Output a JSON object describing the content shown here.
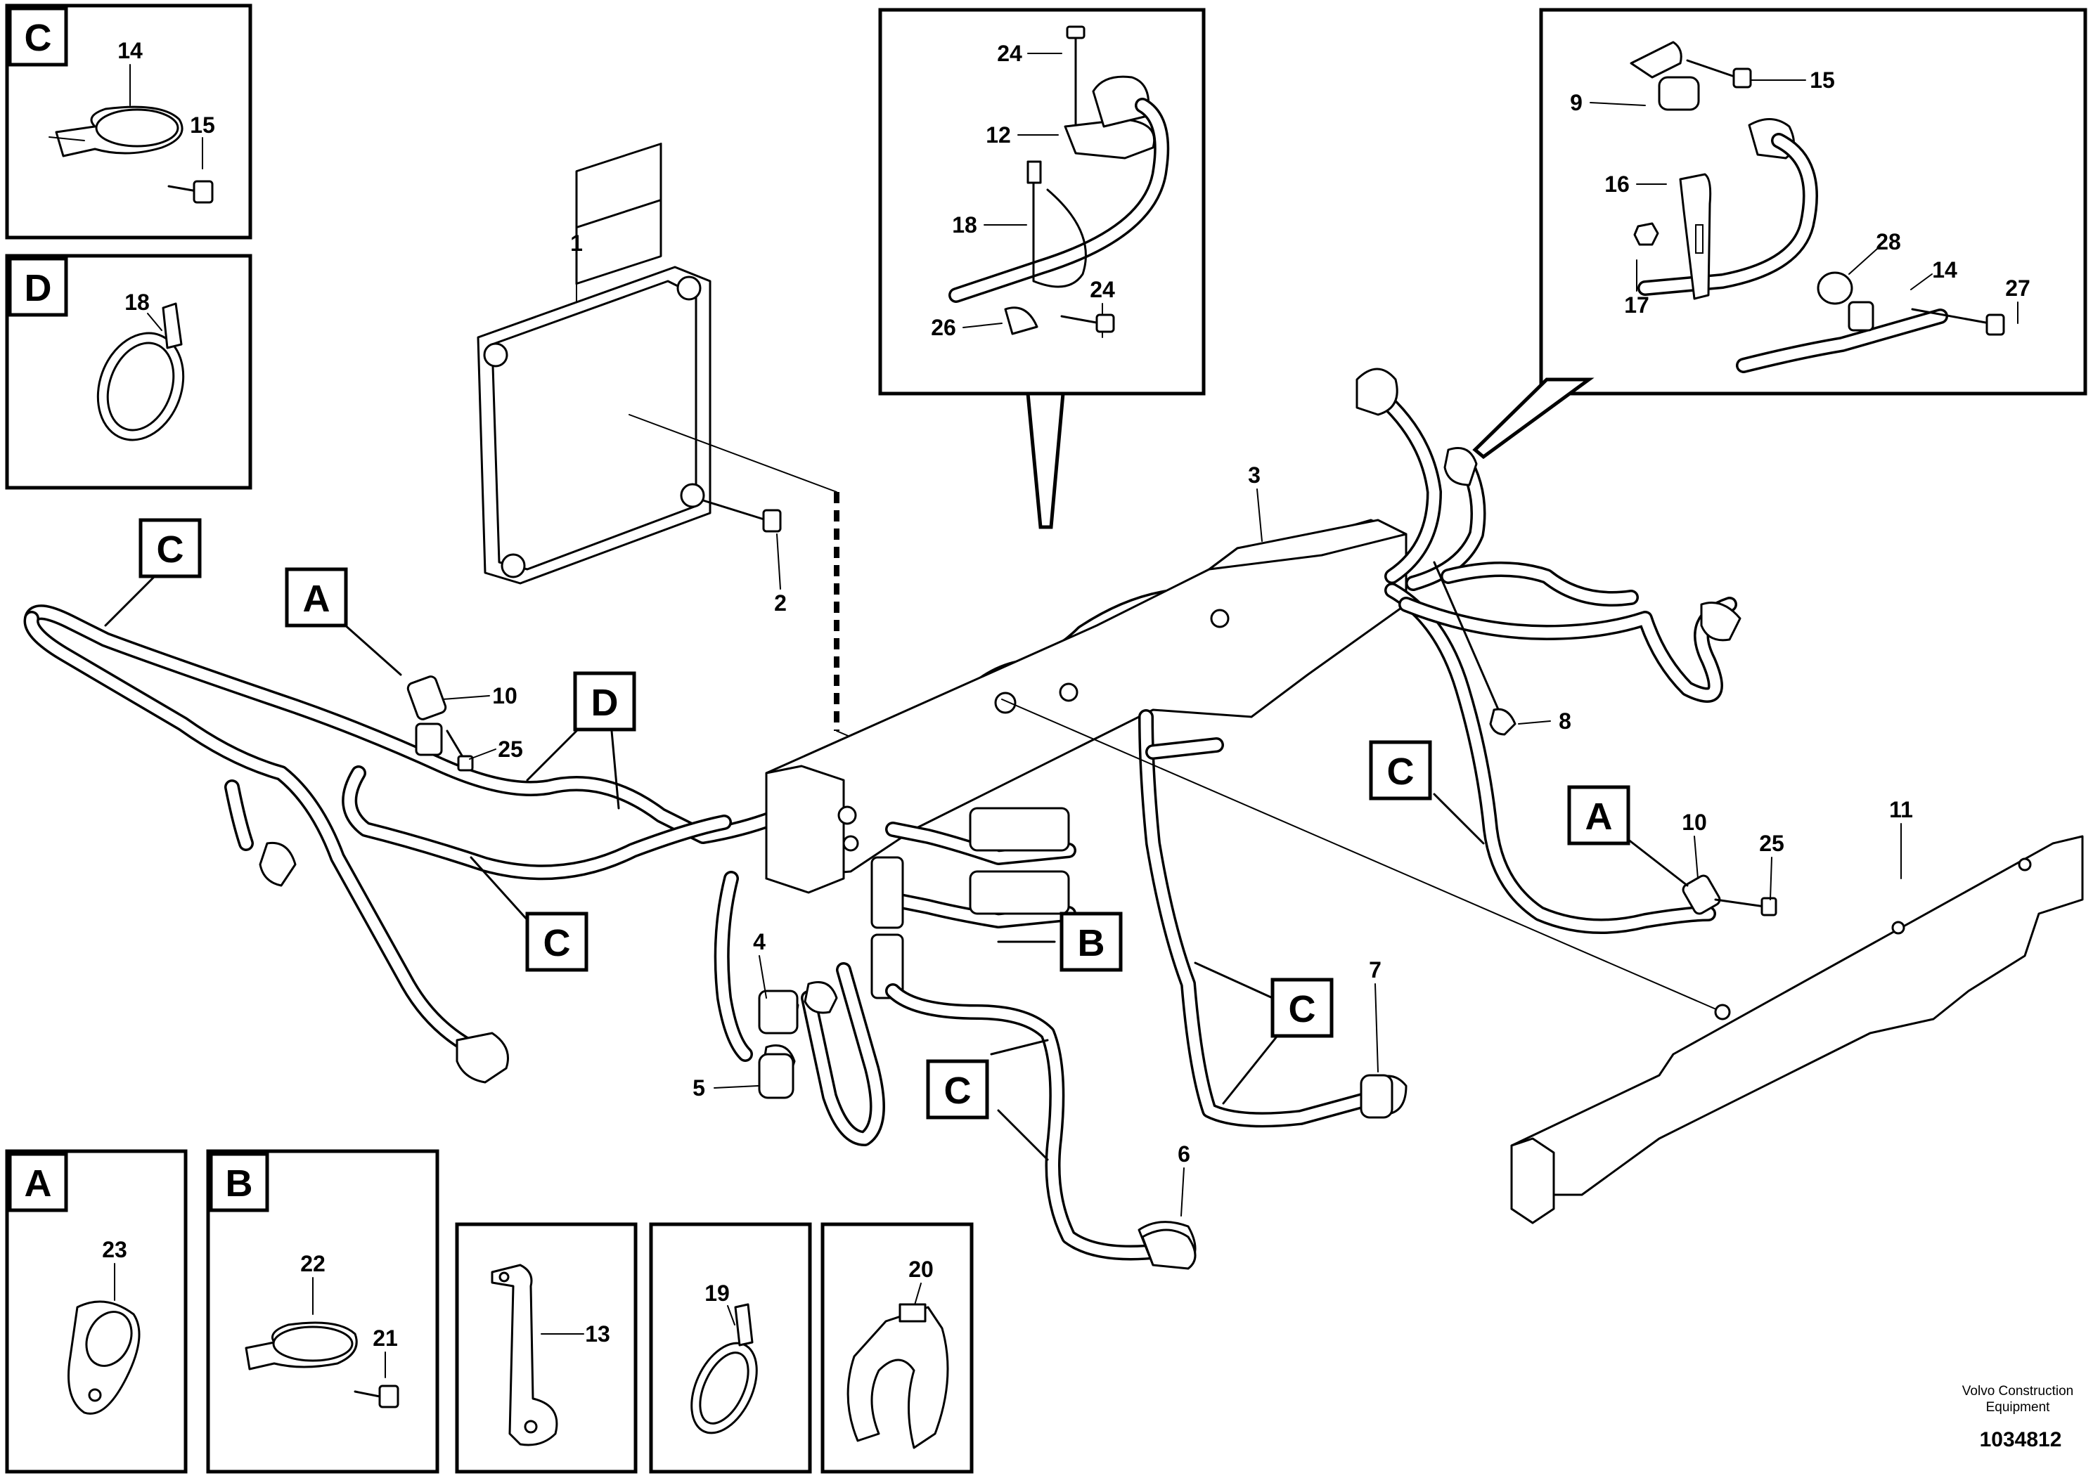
{
  "detail_tags": {
    "c_top": "C",
    "d_top": "D",
    "c_left_clip": "C",
    "a_sensor_left": "A",
    "d_harness": "D",
    "c_lower_left": "C",
    "b_connectors": "B",
    "c_lower_mid": "C",
    "c_mid_right": "C",
    "c_right": "C",
    "a_sensor_right": "A",
    "a_bottom": "A",
    "b_bottom": "B"
  },
  "part_numbers": {
    "p14_c": "14",
    "p15_c": "15",
    "p18_d": "18",
    "p1": "1",
    "p2": "2",
    "p3": "3",
    "p4": "4",
    "p5": "5",
    "p6": "6",
    "p7": "7",
    "p8": "8",
    "p10_left": "10",
    "p25_left": "25",
    "p10_right": "10",
    "p25_right": "25",
    "p11": "11",
    "p24_top": "24",
    "p12": "12",
    "p18_inset": "18",
    "p24_bottom": "24",
    "p26": "26",
    "p9": "9",
    "p15_inset": "15",
    "p16": "16",
    "p17": "17",
    "p28": "28",
    "p14_inset": "14",
    "p27": "27",
    "p23": "23",
    "p22": "22",
    "p21": "21",
    "p13": "13",
    "p19": "19",
    "p20": "20"
  },
  "footer": {
    "company_line1": "Volvo Construction",
    "company_line2": "Equipment",
    "document_number": "1034812"
  }
}
